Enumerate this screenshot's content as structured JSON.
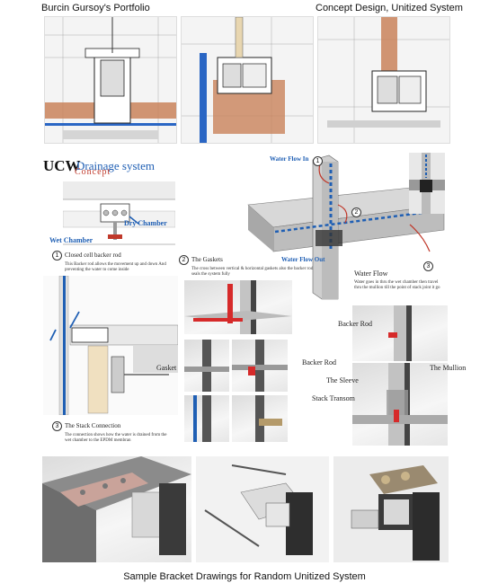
{
  "header": {
    "left_title": "Burcin Gursoy's Portfolio",
    "right_title": "Concept Design, Unitized System"
  },
  "drainage": {
    "title_main": "UCW",
    "title_rest": "Drainage system",
    "subtitle": "Concept",
    "dry_chamber": "Dry Chamber",
    "wet_chamber": "Wet Chamber",
    "step1_num": "1",
    "step1_title": "Closed cell backer rod",
    "step1_text": "This Backer rod allows the movement up and down And preventing the water to come inside",
    "step2_num": "2",
    "step2_title": "The Gaskets",
    "step2_text": "The cross between vertical & horizontal gaskets also the backer rod seals the system fully",
    "step3_num": "3",
    "step3_title": "The Stack Connection",
    "step3_text": "The connection shows how the water is drained from the wet chamber to the EPDM membran"
  },
  "flow": {
    "water_flow_in": "Water Flow In",
    "water_flow_out": "Water Flow Out",
    "water_flow": "Water Flow",
    "water_flow_text": "Water goes in thru the wet chamber then travel thru the mullion till the point of stack joint it go",
    "n1": "1",
    "n2": "2",
    "n3": "3"
  },
  "parts": {
    "gasket": "Gasket",
    "backer_rod_1": "Backer Rod",
    "backer_rod_2": "Backer Rod",
    "the_sleeve": "The Sleeve",
    "the_mullion": "The Mullion",
    "stack_transom": "Stack Transom"
  },
  "caption": "Sample Bracket Drawings for Random Unitized System",
  "colors": {
    "accent_blue": "#1f5fb4",
    "copper": "#c9825a",
    "gasket_red": "#d62a2a"
  }
}
